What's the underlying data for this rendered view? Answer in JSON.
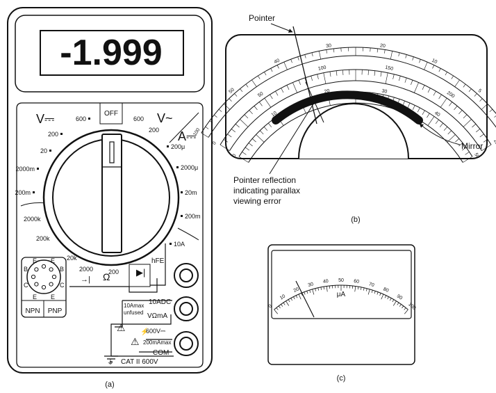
{
  "multimeter": {
    "display": "-1.999",
    "dial": {
      "off": "OFF",
      "v_dc": "V⎓",
      "v_ac": "V~",
      "a_dc": "A⎓",
      "left_ranges": [
        "600",
        "200",
        "20",
        "2000m",
        "200m"
      ],
      "right_v_ac": [
        "600",
        "200"
      ],
      "right_a": [
        "200μ",
        "2000μ",
        "20m",
        "200m",
        "10A"
      ],
      "ohm_ranges": [
        "2000k",
        "200k",
        "20k",
        "2000",
        "200"
      ],
      "ohm_symbol": "Ω",
      "hfe": "hFE"
    },
    "transistor": {
      "npn": "NPN",
      "pnp": "PNP",
      "pins_left": [
        "E",
        "B",
        "C",
        "E"
      ],
      "pins_right": [
        "E",
        "B",
        "C",
        "E"
      ]
    },
    "jacks": {
      "dc10a": "10ADC",
      "fuse_note_1": "10Amax",
      "fuse_note_2": "unfused",
      "vohm": "VΩmA",
      "volt_max": "600V⎓",
      "ma_max": "200mAmax",
      "com": "COM",
      "cat": "CAT II 600V"
    },
    "caption": "(a)"
  },
  "analog_meter": {
    "pointer_label": "Pointer",
    "mirror_label": "Mirror",
    "reflection_label": [
      "Pointer reflection",
      "indicating parallax",
      "viewing error"
    ],
    "outer_scale": [
      "100",
      "50",
      "40",
      "30",
      "20",
      "10",
      "5",
      "0"
    ],
    "middle_scale": [
      "0",
      "50",
      "100",
      "150",
      "200",
      "250"
    ],
    "inner_scale": [
      "0",
      "10",
      "20",
      "30",
      "40",
      "50"
    ],
    "caption": "(b)"
  },
  "microammeter": {
    "scale": [
      "0",
      "10",
      "20",
      "30",
      "40",
      "50",
      "60",
      "70",
      "80",
      "90",
      "100"
    ],
    "unit": "μA",
    "caption": "(c)"
  }
}
